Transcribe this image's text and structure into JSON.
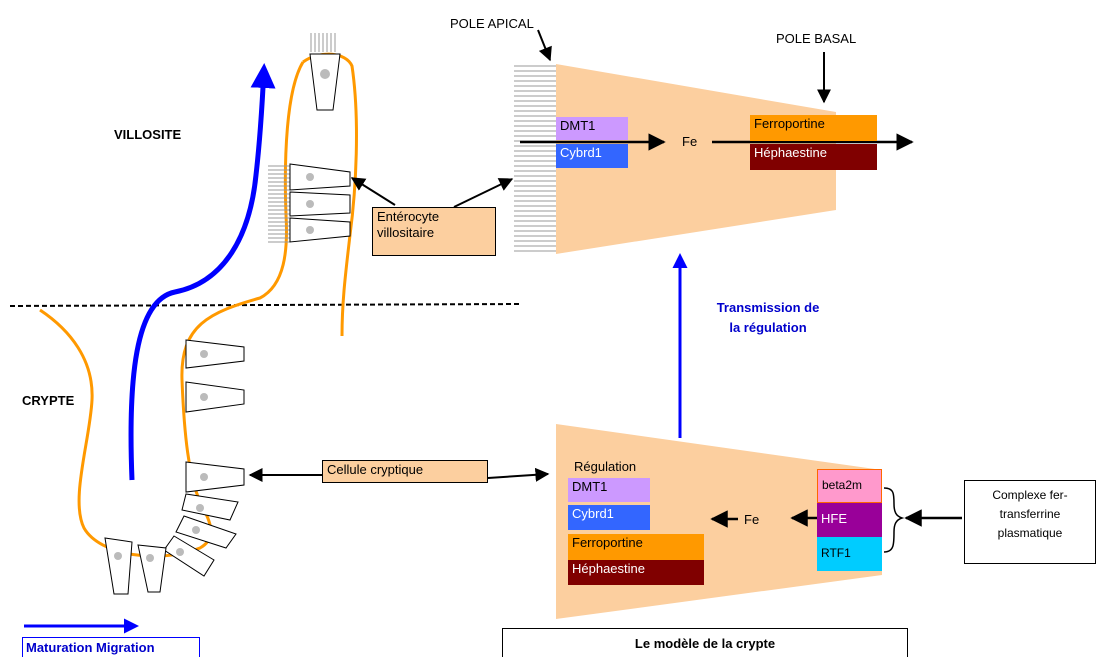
{
  "labels": {
    "villosite": "VILLOSITE",
    "crypte": "CRYPTE",
    "pole_apical": "POLE APICAL",
    "pole_basal": "POLE BASAL",
    "enterocyte_line1": "Entérocyte",
    "enterocyte_line2": "villositaire",
    "cellule_cryptique": "Cellule cryptique",
    "transmission_line1": "Transmission de",
    "transmission_line2": "la régulation",
    "regulation": "Régulation",
    "complexe_line1": "Complexe fer-",
    "complexe_line2": "transferrine",
    "complexe_line3": "plasmatique",
    "maturation": "Maturation Migration",
    "modele": "Le modèle de la crypte"
  },
  "upper_cell": {
    "dmt1": "DMT1",
    "cybrd1": "Cybrd1",
    "fe": "Fe",
    "ferroportine": "Ferroportine",
    "hephaestine": "Héphaestine"
  },
  "lower_cell": {
    "dmt1": "DMT1",
    "cybrd1": "Cybrd1",
    "fe": "Fe",
    "ferroportine": "Ferroportine",
    "hephaestine": "Héphaestine",
    "beta2m": "beta2m",
    "hfe": "HFE",
    "rtf1": "RTF1"
  },
  "colors": {
    "cell_fill": "#fccf9f",
    "dmt1": "#cc99ff",
    "cybrd1": "#3366ff",
    "ferroportine": "#ff9900",
    "hephaestine": "#800000",
    "beta2m": "#ff99cc",
    "hfe": "#990099",
    "rtf1": "#00ccff",
    "villus_outline": "#ff9900",
    "migration_arrow": "#0000ff",
    "transmission_text": "#0000cc"
  }
}
